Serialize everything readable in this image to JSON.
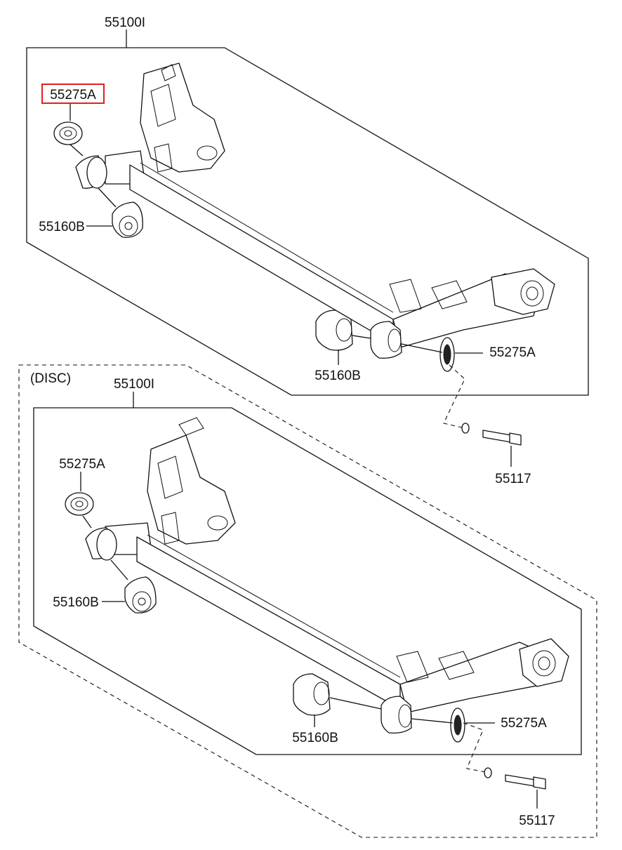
{
  "diagram": {
    "upper": {
      "assembly_label": "55100I",
      "left_bushing_label": "55275A",
      "left_bushing_highlighted": true,
      "left_mount_label": "55160B",
      "right_mount_label": "55160B",
      "right_bushing_label": "55275A",
      "bolt_label": "55117"
    },
    "lower": {
      "group_label": "(DISC)",
      "assembly_label": "55100I",
      "left_bushing_label": "55275A",
      "left_mount_label": "55160B",
      "right_mount_label": "55160B",
      "right_bushing_label": "55275A",
      "bolt_label": "55117"
    },
    "highlight_color": "#e02020"
  }
}
